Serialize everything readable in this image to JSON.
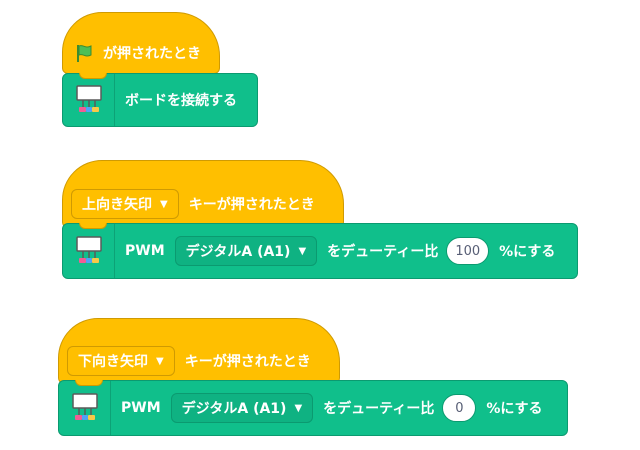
{
  "stack1": {
    "hat_label": "が押されたとき",
    "command_label": "ボードを接続する"
  },
  "stack2": {
    "dropdown_value": "上向き矢印",
    "hat_label": "キーが押されたとき",
    "pwm_label": "PWM",
    "pin_value": "デジタルA (A1)",
    "duty_prefix": "をデューティー比",
    "duty_value": "100",
    "duty_suffix": "%にする"
  },
  "stack3": {
    "dropdown_value": "下向き矢印",
    "hat_label": "キーが押されたとき",
    "pwm_label": "PWM",
    "pin_value": "デジタルA (A1)",
    "duty_prefix": "をデューティー比",
    "duty_value": "0",
    "duty_suffix": "%にする"
  },
  "icons": {
    "flag": "green-flag-icon",
    "board": "board-icon",
    "caret": "caret-down-icon"
  },
  "colors": {
    "event": "#FFBF00",
    "extension": "#10BF8B"
  }
}
